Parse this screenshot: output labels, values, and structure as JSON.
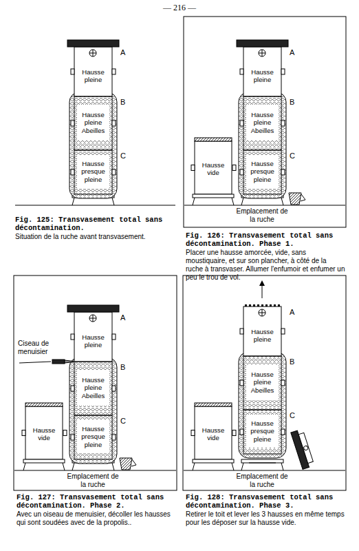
{
  "diagram": {
    "nodes": [
      {
        "text": [
          "Hausse pleine"
        ]
      },
      {
        "text": [
          "Hausse pleine Abeilles"
        ]
      },
      {
        "text": [
          "Hausse presque pleine"
        ]
      },
      {
        "text": [
          "Hausse vide"
        ]
      },
      {
        "text": [
          "Hausse pleine"
        ]
      },
      {
        "text": [
          "Hausse pleine Abeilles"
        ]
      },
      {
        "text": [
          "Hausse presque pleine"
        ]
      },
      {
        "text": [
          "Hausse vide"
        ]
      },
      {
        "text": [
          "Hausse pleine"
        ]
      },
      {
        "text": [
          "Hausse pleine Abeilles"
        ]
      },
      {
        "text": [
          "Hausse presque pleine"
        ]
      },
      {
        "text": [
          "Hausse vide"
        ]
      },
      {
        "text": [
          "Hausse pleine"
        ]
      },
      {
        "text": [
          "Hausse pleine Abeilles"
        ]
      },
      {
        "text": [
          "Hausse presque pleine"
        ]
      }
    ],
    "labels": [
      "— 216 —",
      "A",
      "B",
      "C",
      "Fig. 125: Transvasement total sans décontamination.",
      "Situation de la ruche avant transvasement.",
      "A",
      "B",
      "C",
      "Emplacement de la ruche",
      "Fig. 126: Transvasement total sans décontamination. Phase 1.",
      "Placer une hausse amorcée, vide, sans moustiquaire, et sur son plancher, à côté de la ruche à transvaser. Allumer l'enfumoir et enfumer un peu le trou de vol.",
      "Ciseau de menuisier",
      "A",
      "B",
      "C",
      "Emplacement de la ruche",
      "Fig. 127: Transvasement total sans décontamination. Phase 2.",
      "Avec un oiseau de menuisier, décoller les hausses qui sont soudées avec de la propolis..",
      "A",
      "B",
      "C",
      "Emplacement de la ruche",
      "Fig. 128: Transvasement total sans décontamination. Phase 3.",
      "Retirer le toit et lever les 3 hausses en même temps pour les déposer sur la hausse vide."
    ]
  }
}
